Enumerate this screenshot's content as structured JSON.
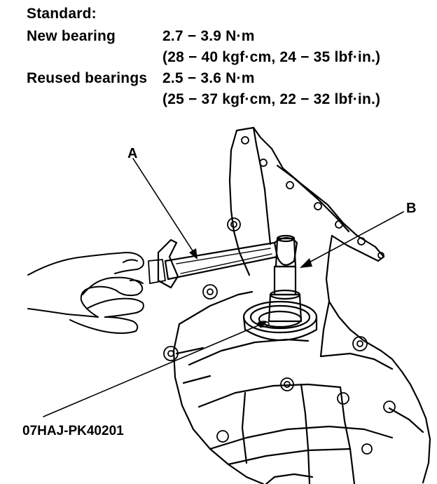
{
  "spec": {
    "heading": "Standard:",
    "new_bearing": {
      "label": "New bearing",
      "torque_nm": "2.7 − 3.9 N·m",
      "torque_alt": "(28 − 40 kgf·cm, 24 − 35 lbf·in.)"
    },
    "reused_bearings": {
      "label": "Reused bearings",
      "torque_nm": "2.5 − 3.6 N·m",
      "torque_alt": "(25 − 37 kgf·cm, 22 − 32 lbf·in.)"
    }
  },
  "callouts": {
    "a": "A",
    "b": "B",
    "tool": "07HAJ-PK40201"
  }
}
